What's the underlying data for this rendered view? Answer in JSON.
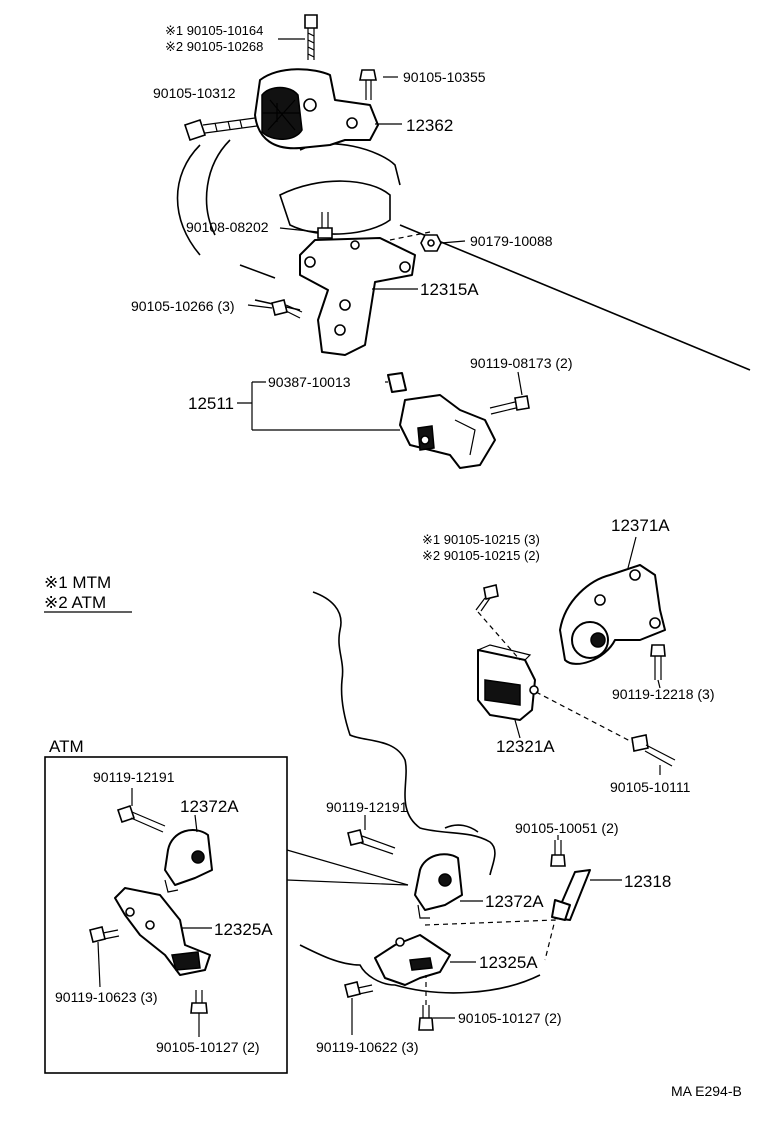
{
  "labels": {
    "bolt_top_1": "※1 90105-10164",
    "bolt_top_2": "※2 90105-10268",
    "bolt_10312": "90105-10312",
    "bolt_10355": "90105-10355",
    "part_12362": "12362",
    "stud_08202": "90108-08202",
    "nut_10088": "90179-10088",
    "part_12315A": "12315A",
    "bolt_10266": "90105-10266 (3)",
    "part_12511": "12511",
    "bushing_10013": "90387-10013",
    "bolt_08173": "90119-08173 (2)",
    "part_12371A": "12371A",
    "bolt_10215_1": "※1 90105-10215 (3)",
    "bolt_10215_2": "※2 90105-10215 (2)",
    "bolt_12218": "90119-12218 (3)",
    "part_12321A": "12321A",
    "bolt_10111": "90105-10111",
    "bolt_12191_main": "90119-12191",
    "part_12372A_main": "12372A",
    "bolt_10051": "90105-10051 (2)",
    "part_12318": "12318",
    "part_12325A_main": "12325A",
    "bolt_10622": "90119-10622 (3)",
    "bolt_10127_main": "90105-10127 (2)",
    "inset_bolt_12191": "90119-12191",
    "inset_part_12372A": "12372A",
    "inset_part_12325A": "12325A",
    "inset_bolt_10623": "90119-10623 (3)",
    "inset_bolt_10127": "90105-10127 (2)"
  },
  "legend": {
    "mtm": "※1 MTM",
    "atm": "※2 ATM"
  },
  "inset": {
    "title": "ATM"
  },
  "figure_code": "MA E294-B"
}
